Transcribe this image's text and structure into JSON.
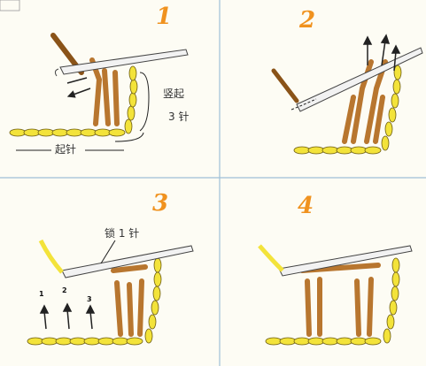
{
  "panels": [
    {
      "number": "1",
      "labels": {
        "raise": "竖起",
        "stitches": "3 针",
        "start": "起针"
      }
    },
    {
      "number": "2"
    },
    {
      "number": "3",
      "labels": {
        "chain": "锁 1 针"
      },
      "arrow_numbers": [
        "1",
        "2",
        "3"
      ]
    },
    {
      "number": "4"
    }
  ],
  "colors": {
    "number": "#f0921f",
    "yarn_yellow": "#f3e33a",
    "yarn_brown": "#b8762f",
    "divider": "#9fc0d8",
    "hook": "#f2f2f2"
  }
}
